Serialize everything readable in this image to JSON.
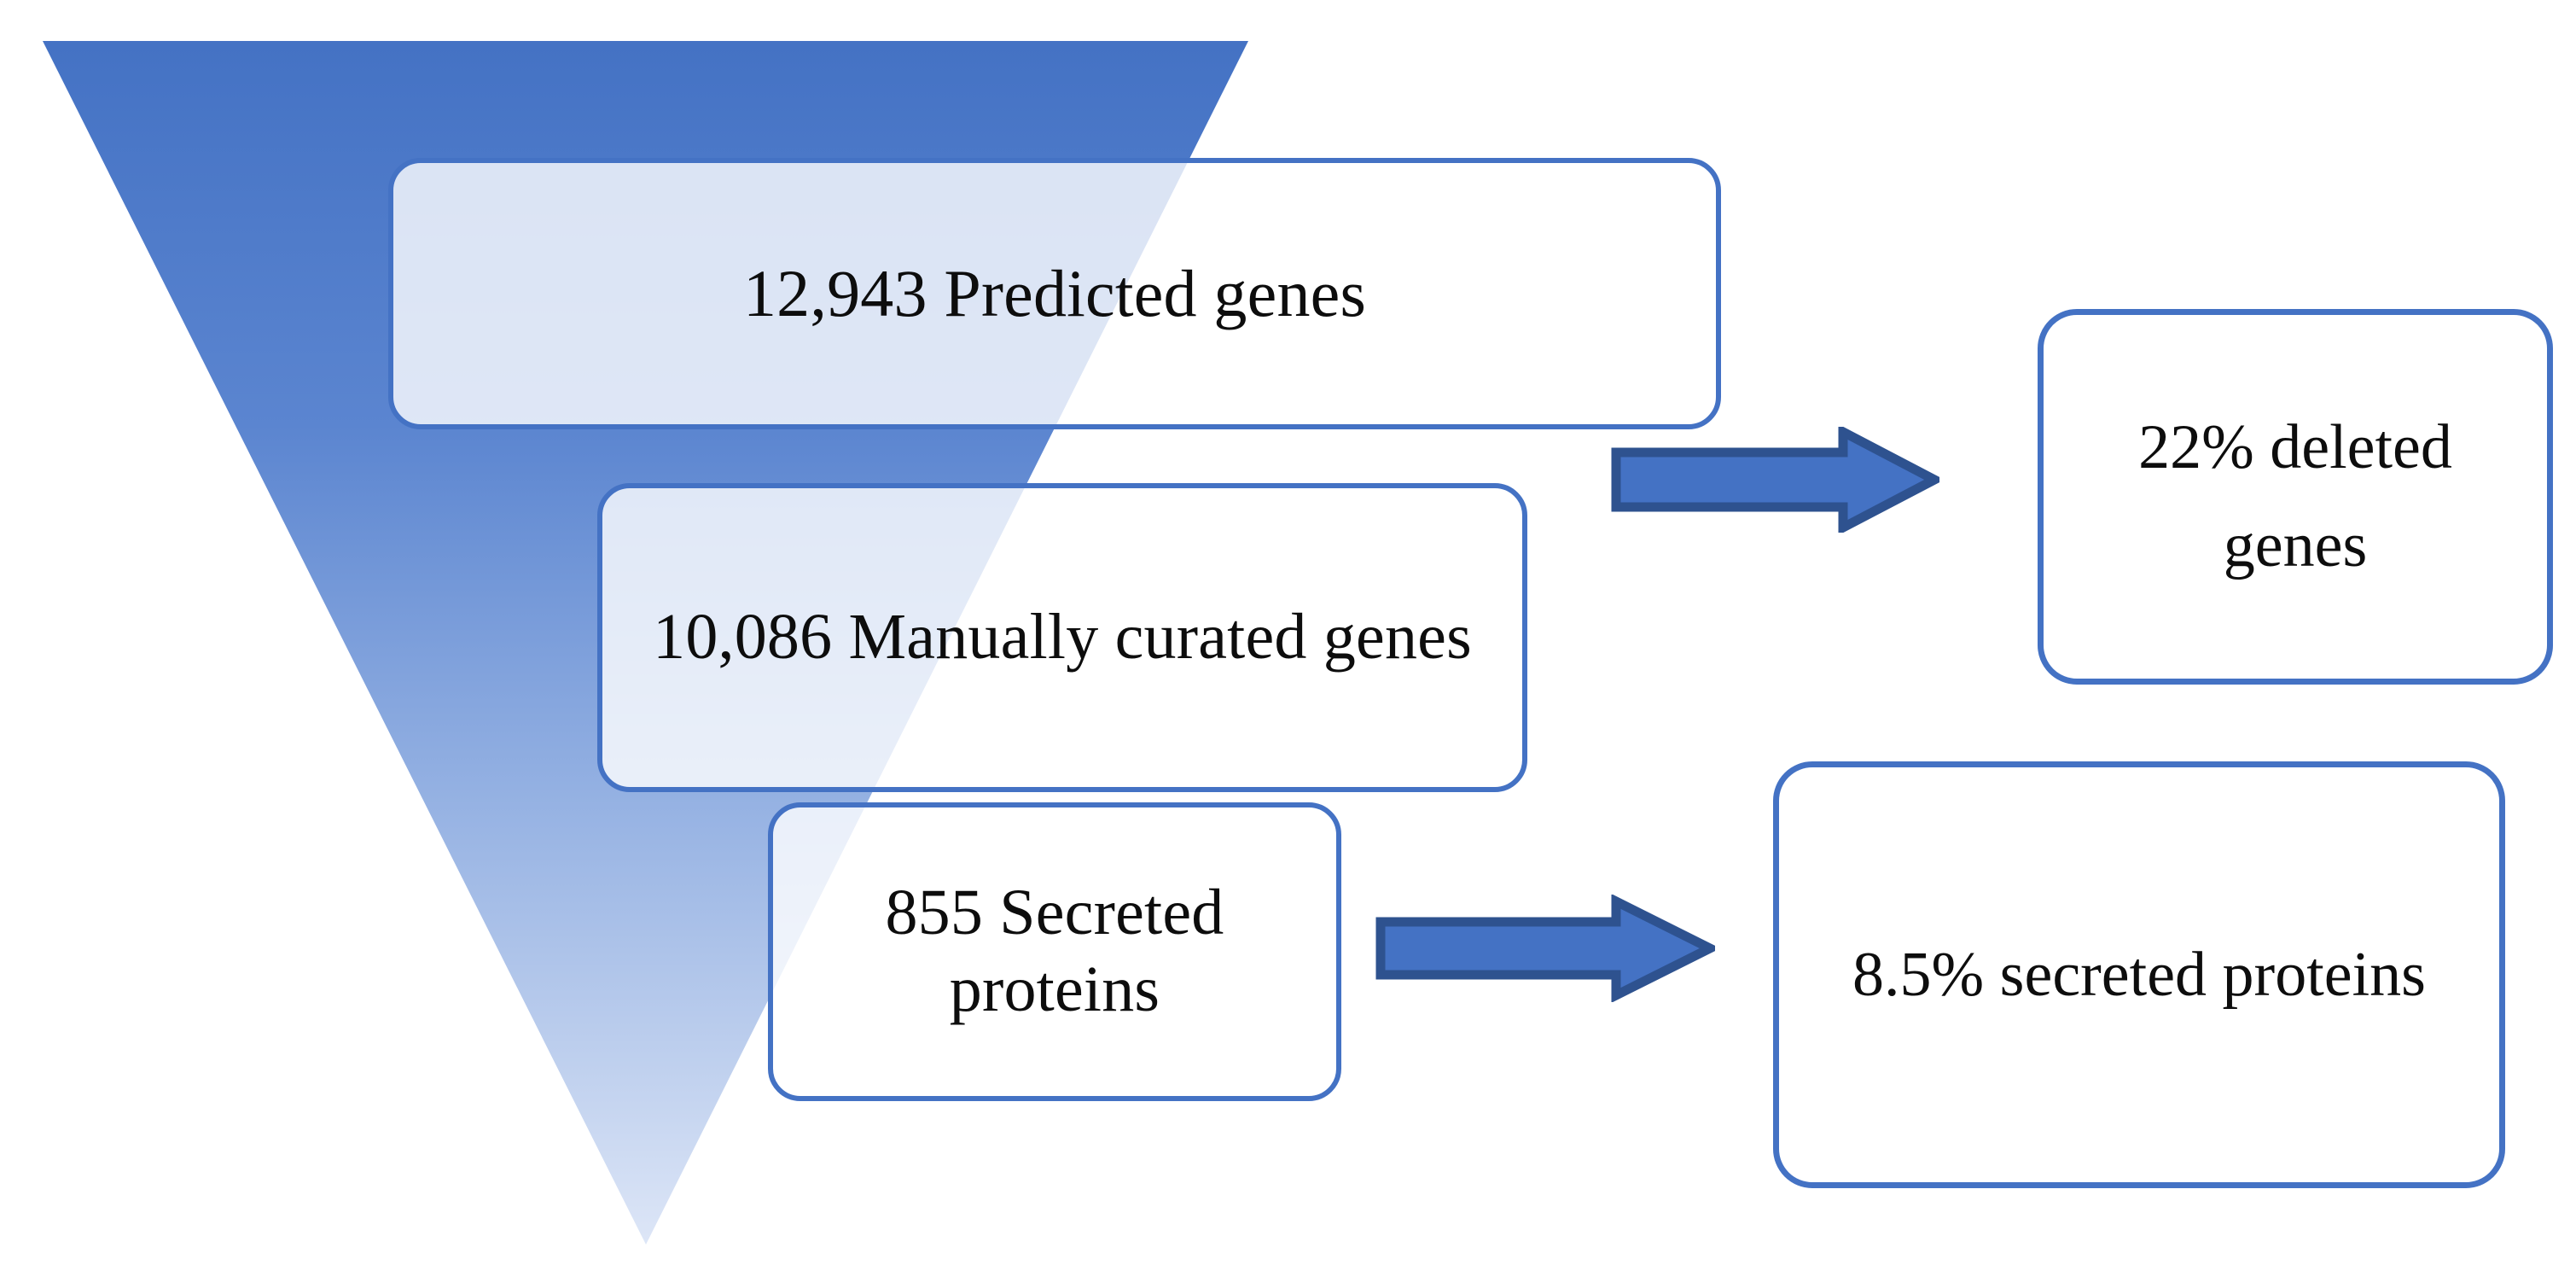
{
  "diagram": {
    "type": "funnel",
    "title": "",
    "colors": {
      "funnel_top": "#4472C4",
      "funnel_bottom": "#DCE4F5",
      "box_border": "#4472C4",
      "box_fill_stage": "rgba(255,255,255,0.80)",
      "box_fill_result": "#FFFFFF",
      "arrow_fill": "#4472C4",
      "arrow_outline": "#2E528F",
      "text": "#0D0D0D",
      "background": "#FFFFFF"
    },
    "funnel_stages": [
      {
        "id": "predicted-genes",
        "value": "12,943",
        "label": "12,943 Predicted genes"
      },
      {
        "id": "manually-curated-genes",
        "value": "10,086",
        "label": "10,086 Manually curated genes"
      },
      {
        "id": "secreted-proteins",
        "value": "855",
        "label": "855 Secreted proteins"
      }
    ],
    "results": [
      {
        "id": "deleted-genes",
        "value": "22%",
        "label": "22% deleted genes"
      },
      {
        "id": "secreted-proteins-percent",
        "value": "8.5%",
        "label": "8.5% secreted proteins"
      }
    ],
    "arrows": [
      {
        "id": "arrow-to-deleted-genes",
        "direction": "right",
        "icon": "right-arrow-icon"
      },
      {
        "id": "arrow-to-secreted-proteins",
        "direction": "right",
        "icon": "right-arrow-icon"
      }
    ]
  },
  "chart_data": {
    "type": "funnel",
    "title": "",
    "categories": [
      "Predicted genes",
      "Manually curated genes",
      "Secreted proteins"
    ],
    "values": [
      12943,
      10086,
      855
    ],
    "value_labels": [
      "12,943",
      "10,086",
      "855"
    ],
    "annotations": [
      "22% deleted genes",
      "8.5% secreted proteins"
    ],
    "legend": "none",
    "grid": false
  }
}
